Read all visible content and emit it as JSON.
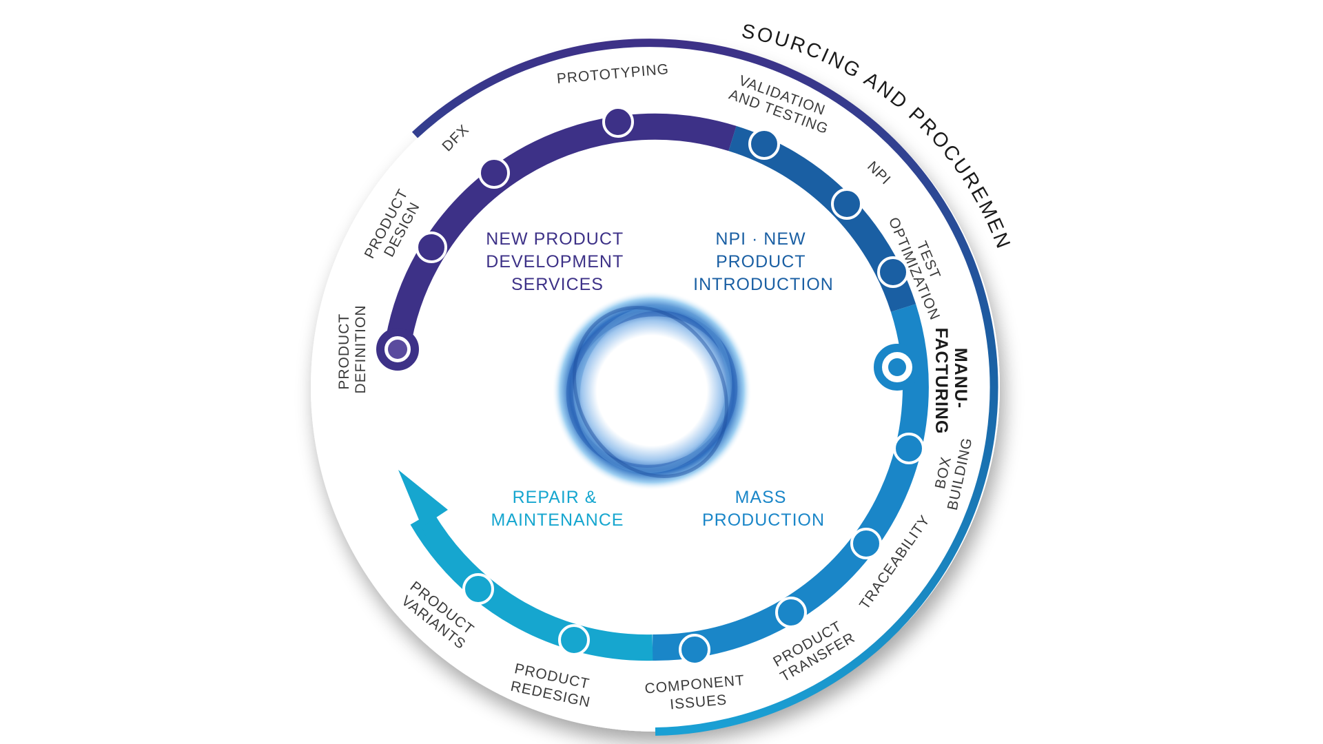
{
  "ring_title": "SOURCING AND PROCUREMENT",
  "quadrants": {
    "npd": [
      "NEW PRODUCT",
      "DEVELOPMENT",
      "SERVICES"
    ],
    "npi": [
      "NPI · NEW",
      "PRODUCT",
      "INTRODUCTION"
    ],
    "repair": [
      "REPAIR &",
      "MAINTENANCE"
    ],
    "mass": [
      "MASS",
      "PRODUCTION"
    ]
  },
  "manufacturing": [
    "MANU-",
    "FACTURING"
  ],
  "steps": {
    "product_definition": [
      "PRODUCT",
      "DEFINITION"
    ],
    "product_design": [
      "PRODUCT",
      "DESIGN"
    ],
    "dfx": [
      "DFX"
    ],
    "prototyping": [
      "PROTOTYPING"
    ],
    "validation": [
      "VALIDATION",
      "AND TESTING"
    ],
    "npi": [
      "NPI"
    ],
    "test_opt": [
      "TEST",
      "OPTIMIZATION"
    ],
    "box_building": [
      "BOX",
      "BUILDING"
    ],
    "traceability": [
      "TRACEABILITY"
    ],
    "product_transfer": [
      "PRODUCT",
      "TRANSFER"
    ],
    "component_issues": [
      "COMPONENT",
      "ISSUES"
    ],
    "product_redesign": [
      "PRODUCT",
      "REDESIGN"
    ],
    "product_variants": [
      "PRODUCT",
      "VARIANTS"
    ]
  },
  "colors": {
    "purple": "#3d3187",
    "dark_blue": "#1a5fa3",
    "mid_blue": "#1a86c8",
    "light_blue": "#16a6cf",
    "npd_text": "#3d3187",
    "npi_text": "#1a5fa3",
    "repair_text": "#16a6cf",
    "mass_text": "#1a86c8"
  }
}
